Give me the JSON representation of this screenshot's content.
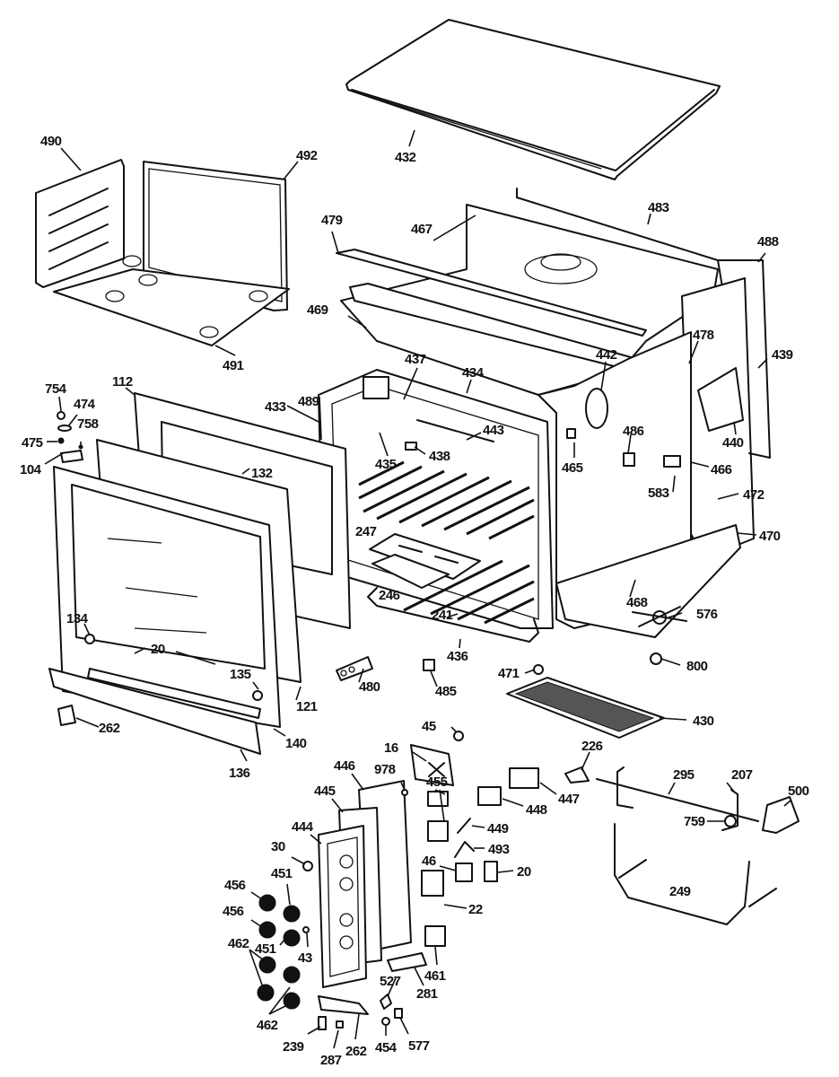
{
  "diagram": {
    "title": "Oven exploded parts diagram",
    "labels": {
      "p432": "432",
      "p490": "490",
      "p492": "492",
      "p491": "491",
      "p479": "479",
      "p467": "467",
      "p483": "483",
      "p488": "488",
      "p469": "469",
      "p442": "442",
      "p478": "478",
      "p439": "439",
      "p437": "437",
      "p434": "434",
      "p754": "754",
      "p474": "474",
      "p112": "112",
      "p433": "433",
      "p489": "489",
      "p443": "443",
      "p440": "440",
      "p475": "475",
      "p758": "758",
      "p104": "104",
      "p435": "435",
      "p438": "438",
      "p465": "465",
      "p486": "486",
      "p466": "466",
      "p132": "132",
      "p583": "583",
      "p472": "472",
      "p247": "247",
      "p470": "470",
      "p246": "246",
      "p468": "468",
      "p134": "134",
      "p241": "241",
      "p576": "576",
      "p20a": "20",
      "p436": "436",
      "p471": "471",
      "p800": "800",
      "p135": "135",
      "p480": "480",
      "p485": "485",
      "p121": "121",
      "p430": "430",
      "p262a": "262",
      "p140": "140",
      "p16": "16",
      "p45": "45",
      "p226": "226",
      "p136": "136",
      "p446": "446",
      "p978": "978",
      "p455": "455",
      "p295": "295",
      "p207": "207",
      "p447": "447",
      "p445": "445",
      "p448": "448",
      "p500": "500",
      "p449": "449",
      "p759": "759",
      "p444": "444",
      "p493": "493",
      "p30": "30",
      "p46": "46",
      "p20b": "20",
      "p451a": "451",
      "p249": "249",
      "p456a": "456",
      "p22": "22",
      "p456b": "456",
      "p451b": "451",
      "p462a": "462",
      "p43": "43",
      "p461": "461",
      "p527": "527",
      "p281": "281",
      "p462b": "462",
      "p239": "239",
      "p287": "287",
      "p262b": "262",
      "p454": "454",
      "p577": "577"
    }
  }
}
